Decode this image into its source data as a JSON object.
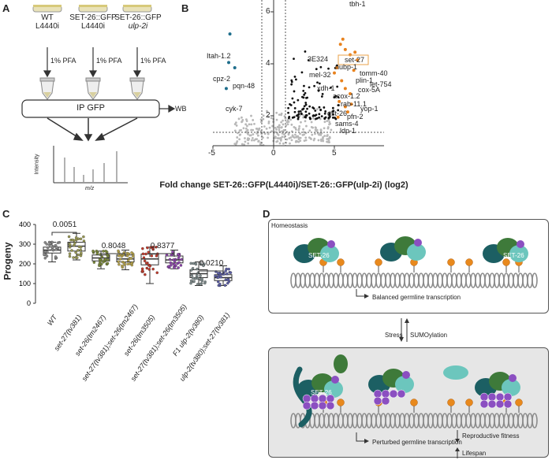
{
  "panels": {
    "a": "A",
    "b": "B",
    "c": "C",
    "d": "D"
  },
  "panel_a": {
    "conditions": [
      {
        "line1": "WT",
        "line2": "L4440i",
        "italic": false
      },
      {
        "line1": "SET-26::GFP",
        "line2": "L4440i",
        "italic": false
      },
      {
        "line1": "SET-26::GFP",
        "line2": "ulp-2i",
        "italic": true
      }
    ],
    "fix_label": "1% PFA",
    "ip_label": "IP GFP",
    "wb_label": "WB",
    "ms_ylabel": "Intensity",
    "ms_xlabel": "m/z"
  },
  "panel_b": {
    "xlabel": "Fold change SET-26::GFP(L4440i)/SET-26::GFP(ulp-2i) (log2)",
    "xticks": [
      "-5",
      "0",
      "5"
    ],
    "yticks": [
      "2",
      "4",
      "6"
    ],
    "labels_left": [
      "Itah-1.2",
      "cpz-2",
      "pqn-48",
      "cyk-7"
    ],
    "labels_right": [
      "tbh-1",
      "3E324",
      "set-27",
      "nubp-1",
      "mel-32",
      "tomm-40",
      "plin-1",
      "let-754",
      "xdh-1",
      "cox-5A",
      "acox-1.2",
      "rab-11.1",
      "yop-1",
      "gst-26",
      "pfn-2",
      "sams-4",
      "ldp-1"
    ],
    "highlight_label": "set-27",
    "colors": {
      "up": "#e8821e",
      "down": "#1f6e8c",
      "sig": "#111111",
      "ns": "#b8b8b8",
      "box": "#e8a24a"
    }
  },
  "panel_c": {
    "ylabel": "Progeny",
    "yticks": [
      "0",
      "100",
      "200",
      "300",
      "400"
    ],
    "pvalues": [
      "0.0051",
      "0.8048",
      "0.8377",
      "0.0210"
    ],
    "groups": [
      {
        "label": "WT",
        "median": 270,
        "q1": 255,
        "q3": 285,
        "min": 210,
        "max": 310,
        "color": "#8a8a8a"
      },
      {
        "label": "set-27(tv381)",
        "median": 290,
        "q1": 265,
        "q3": 310,
        "min": 220,
        "max": 355,
        "color": "#9a9a55"
      },
      {
        "label": "set-26(tm2467)",
        "median": 230,
        "q1": 215,
        "q3": 245,
        "min": 175,
        "max": 265,
        "color": "#7c8a3a"
      },
      {
        "label": "set-27(tv381);set-26(tm2467)",
        "median": 225,
        "q1": 210,
        "q3": 245,
        "min": 170,
        "max": 270,
        "color": "#b5a24a"
      },
      {
        "label": "set-26(tm3505)",
        "median": 225,
        "q1": 195,
        "q3": 250,
        "min": 100,
        "max": 285,
        "color": "#c0392b"
      },
      {
        "label": "set-27(tv381);set-26(tm3505)",
        "median": 220,
        "q1": 205,
        "q3": 240,
        "min": 175,
        "max": 270,
        "color": "#8e44ad"
      },
      {
        "label": "F1 ulp-2(tv380)",
        "median": 150,
        "q1": 130,
        "q3": 170,
        "min": 90,
        "max": 210,
        "color": "#7f8c8d"
      },
      {
        "label": "ulp-2(tv380);set-27(tv381)",
        "median": 130,
        "q1": 115,
        "q3": 145,
        "min": 90,
        "max": 190,
        "color": "#5b5ea6"
      }
    ]
  },
  "panel_d": {
    "homeostasis": "Homeostasis",
    "balanced": "Balanced germline transcription",
    "stress": "Stress",
    "sumoylation": "SUMOylation",
    "perturbed": "Perturbed germline transcription",
    "repro": "Reproductive fitness",
    "lifespan": "Lifespan",
    "set26": "SET-26",
    "colors": {
      "teal": "#1c5f63",
      "mint": "#6cc6bd",
      "green": "#3e7a3a",
      "purple": "#8b4fc1",
      "orange": "#e8891d",
      "dna": "#8c8c8c"
    }
  }
}
